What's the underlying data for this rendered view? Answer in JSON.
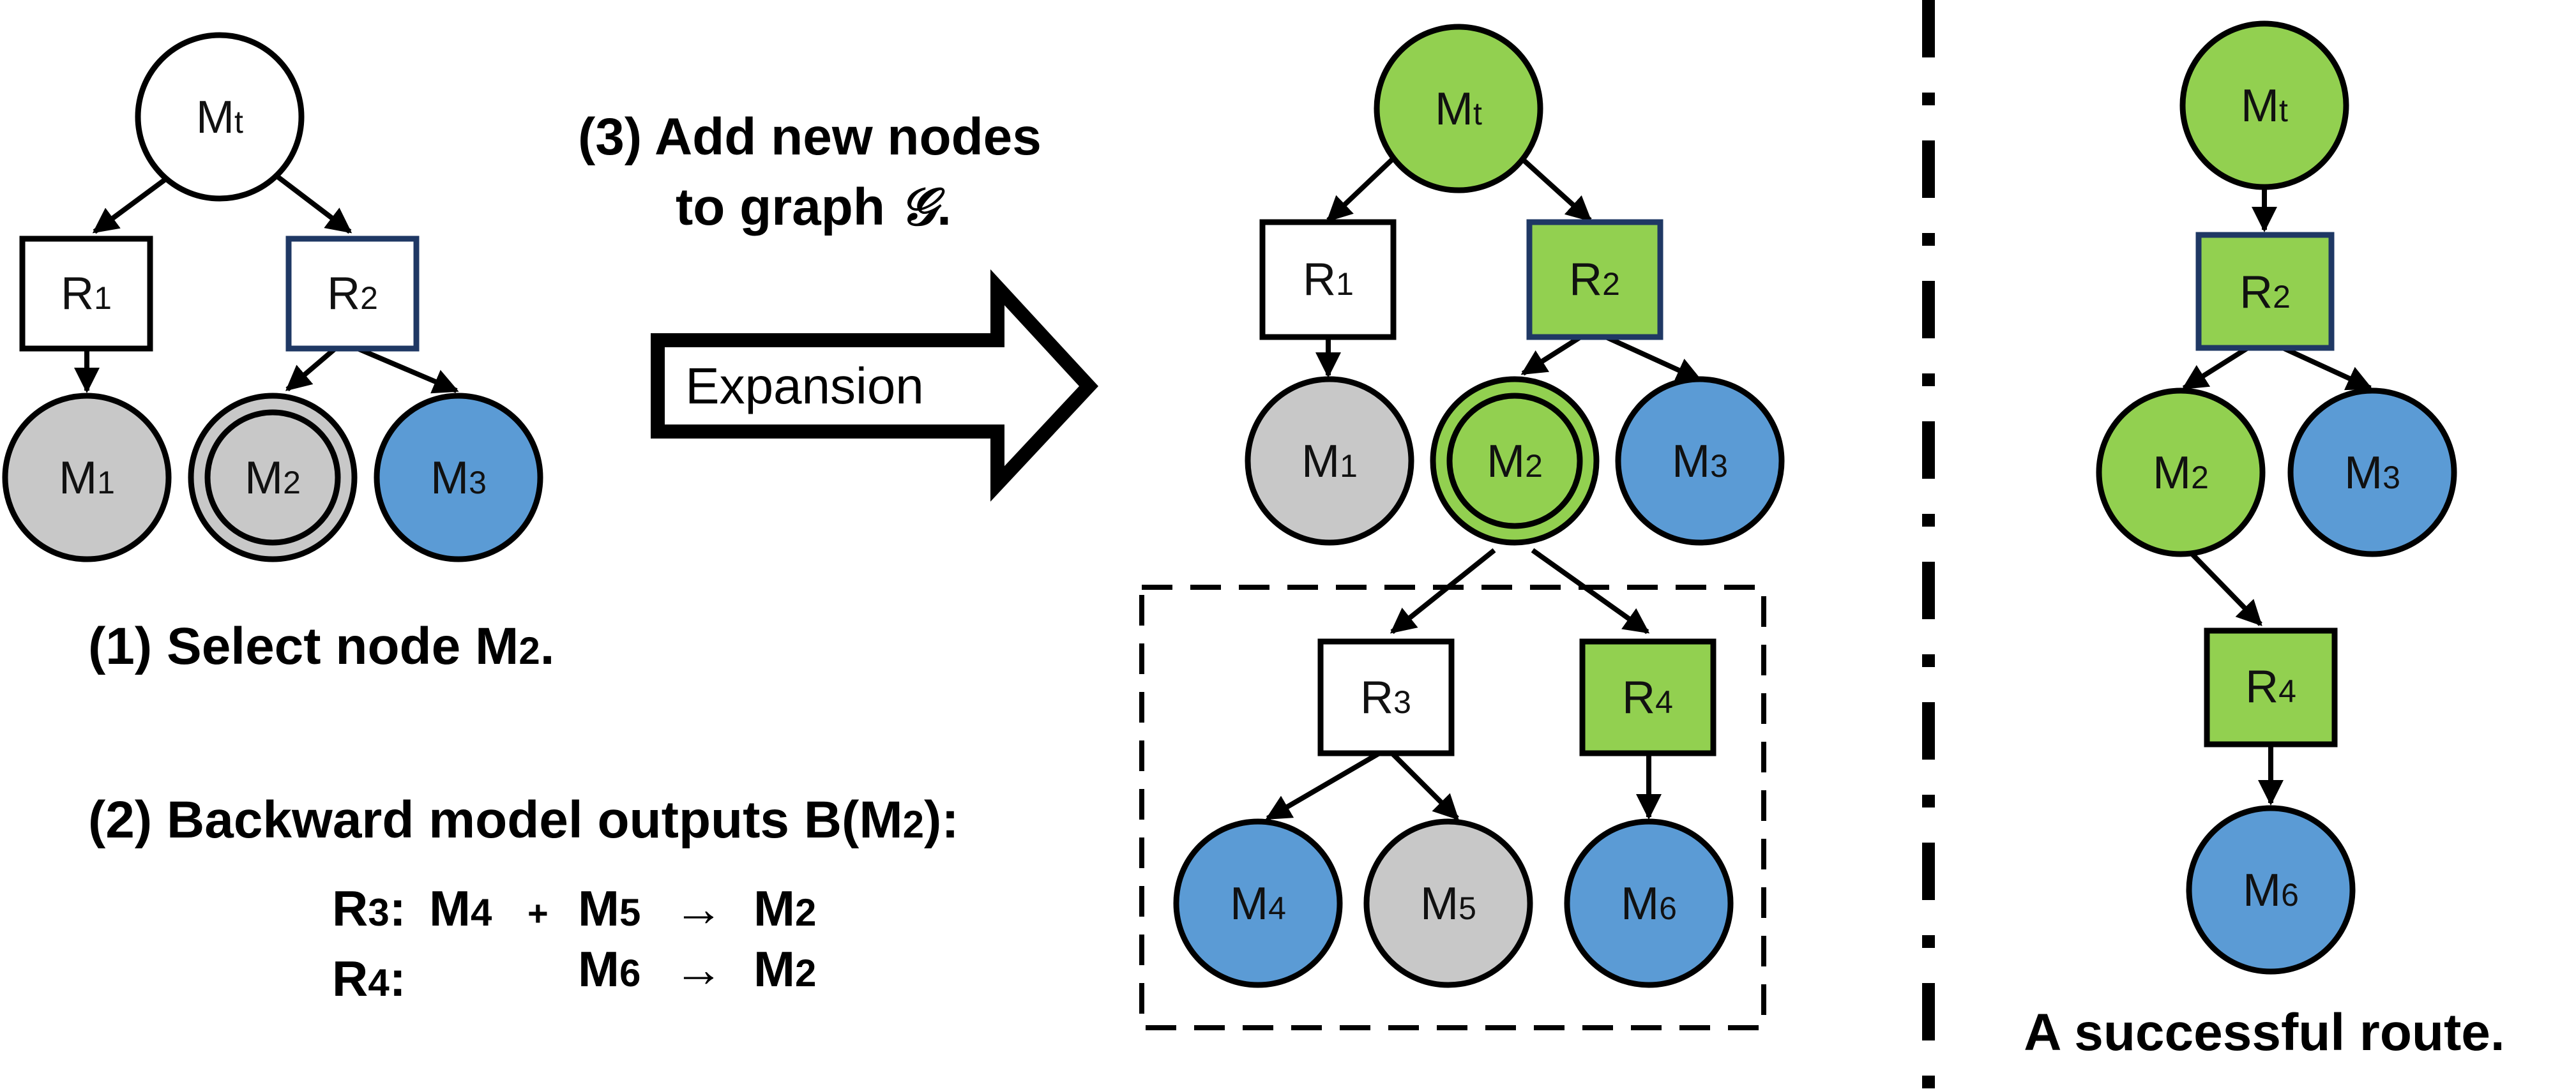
{
  "colors": {
    "white": "#ffffff",
    "gray": "#c8c8c8",
    "green": "#92d050",
    "blue": "#5b9bd5",
    "stroke": "#000000",
    "navy_stroke": "#1f3864"
  },
  "left_tree": {
    "mt": {
      "main": "M",
      "sub": "t"
    },
    "r1": {
      "main": "R",
      "sub": "1"
    },
    "r2": {
      "main": "R",
      "sub": "2"
    },
    "m1": {
      "main": "M",
      "sub": "1"
    },
    "m2": {
      "main": "M",
      "sub": "2"
    },
    "m3": {
      "main": "M",
      "sub": "3"
    }
  },
  "middle_tree": {
    "mt": {
      "main": "M",
      "sub": "t"
    },
    "r1": {
      "main": "R",
      "sub": "1"
    },
    "r2": {
      "main": "R",
      "sub": "2"
    },
    "m1": {
      "main": "M",
      "sub": "1"
    },
    "m2": {
      "main": "M",
      "sub": "2"
    },
    "m3": {
      "main": "M",
      "sub": "3"
    },
    "r3": {
      "main": "R",
      "sub": "3"
    },
    "r4": {
      "main": "R",
      "sub": "4"
    },
    "m4": {
      "main": "M",
      "sub": "4"
    },
    "m5": {
      "main": "M",
      "sub": "5"
    },
    "m6": {
      "main": "M",
      "sub": "6"
    }
  },
  "right_tree": {
    "mt": {
      "main": "M",
      "sub": "t"
    },
    "r2": {
      "main": "R",
      "sub": "2"
    },
    "m2": {
      "main": "M",
      "sub": "2"
    },
    "m3": {
      "main": "M",
      "sub": "3"
    },
    "r4": {
      "main": "R",
      "sub": "4"
    },
    "m6": {
      "main": "M",
      "sub": "6"
    }
  },
  "step1": {
    "text": "(1) Select node M",
    "sub": "2",
    "end": "."
  },
  "step2": {
    "text": "(2) Backward model outputs B(M",
    "sub": "2",
    "end": "):"
  },
  "step3": {
    "line1": "(3) Add new nodes",
    "line2_prefix": "to graph ",
    "graph_symbol": "𝒢",
    "line2_suffix": "."
  },
  "expansion_label": "Expansion",
  "reaction_r3": {
    "label": "R",
    "label_sub": "3",
    "colon": ":",
    "a": "M",
    "a_sub": "4",
    "plus": "+",
    "b": "M",
    "b_sub": "5",
    "arrow": "→",
    "product": "M",
    "product_sub": "2"
  },
  "reaction_r4": {
    "label": "R",
    "label_sub": "4",
    "colon": ":",
    "a": "M",
    "a_sub": "6",
    "arrow": "→",
    "product": "M",
    "product_sub": "2"
  },
  "successful_route": "A successful route."
}
